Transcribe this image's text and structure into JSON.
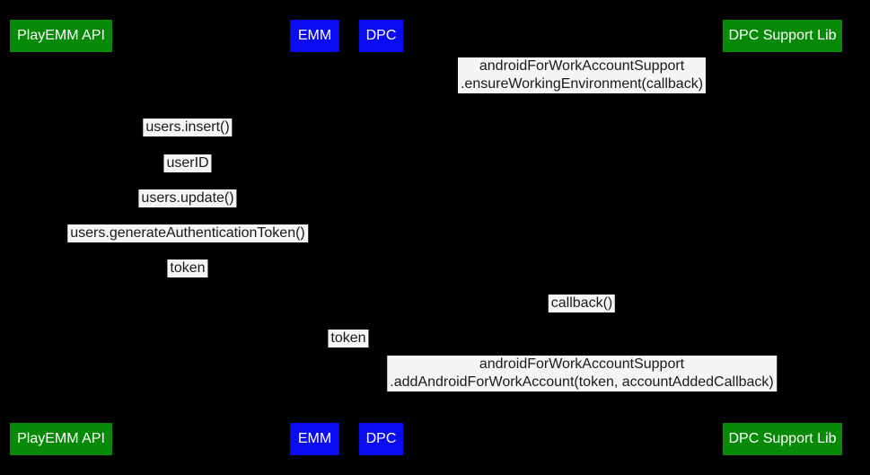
{
  "colors": {
    "background": "#000000",
    "green": "#088a08",
    "blue": "#0b0bef",
    "participant_text": "#ffffff",
    "message_bg": "#f5f5f5",
    "message_text": "#1a1a1a"
  },
  "participants": [
    {
      "id": "playemm-api",
      "label": "PlayEMM API",
      "color": "green"
    },
    {
      "id": "emm",
      "label": "EMM",
      "color": "blue"
    },
    {
      "id": "dpc",
      "label": "DPC",
      "color": "blue"
    },
    {
      "id": "dpc-support-lib",
      "label": "DPC Support Lib",
      "color": "green"
    }
  ],
  "messages": [
    {
      "label": "androidForWorkAccountSupport\n.ensureWorkingEnvironment(callback)"
    },
    {
      "label": "users.insert()"
    },
    {
      "label": "userID"
    },
    {
      "label": "users.update()"
    },
    {
      "label": "users.generateAuthenticationToken()"
    },
    {
      "label": "token"
    },
    {
      "label": "callback()"
    },
    {
      "label": "token"
    },
    {
      "label": "androidForWorkAccountSupport\n.addAndroidForWorkAccount(token, accountAddedCallback)"
    }
  ]
}
